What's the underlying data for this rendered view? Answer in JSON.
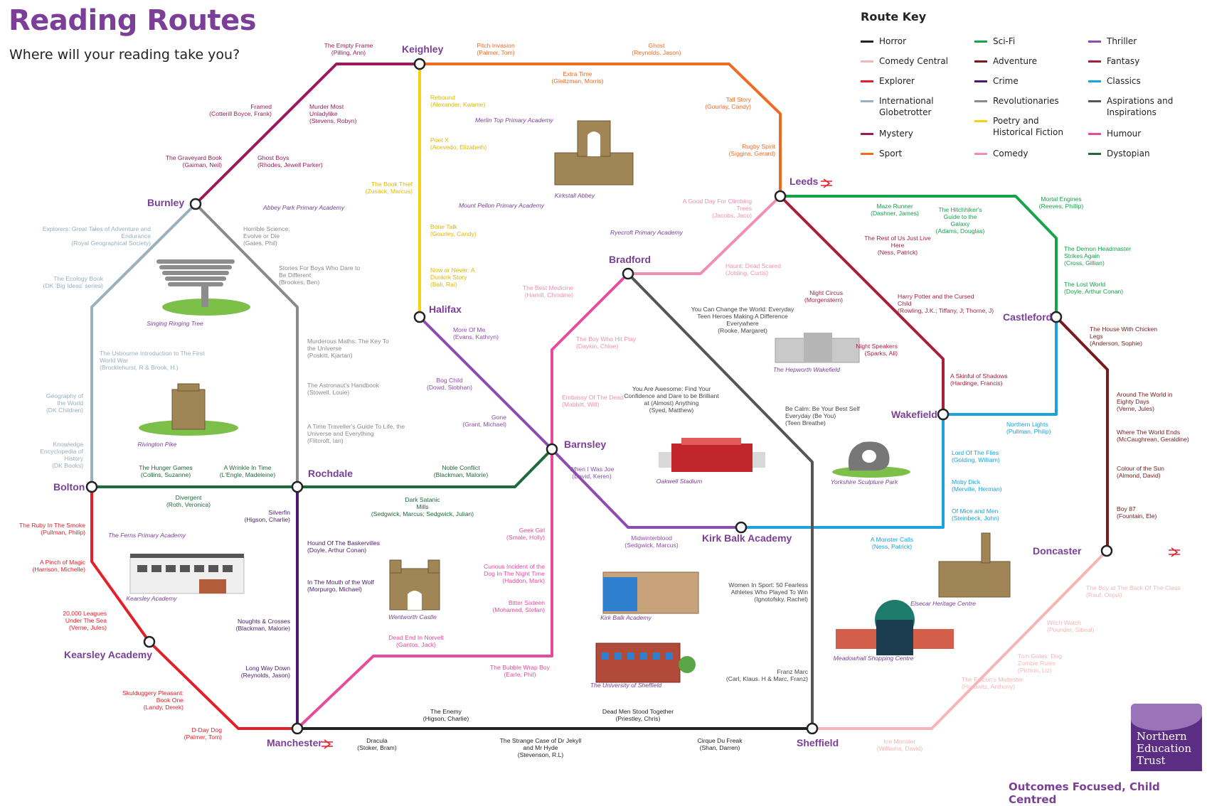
{
  "header": {
    "title": "Reading Routes",
    "subtitle": "Where will your reading take you?"
  },
  "key": {
    "title": "Route Key",
    "items": [
      {
        "label": "Horror",
        "color": "#222222"
      },
      {
        "label": "Comedy Central",
        "color": "#f4b6b6"
      },
      {
        "label": "Explorer",
        "color": "#e3202a"
      },
      {
        "label": "International Globetrotter",
        "color": "#98b0bf"
      },
      {
        "label": "Mystery",
        "color": "#9b1b5a"
      },
      {
        "label": "Sport",
        "color": "#ef6b22"
      },
      {
        "label": "Sci-Fi",
        "color": "#16a34a"
      },
      {
        "label": "Adventure",
        "color": "#7a1a1a"
      },
      {
        "label": "Crime",
        "color": "#4b1a6e"
      },
      {
        "label": "Revolutionaries",
        "color": "#8a8a8a"
      },
      {
        "label": "Poetry and Historical Fiction",
        "color": "#f5d20f"
      },
      {
        "label": "Comedy",
        "color": "#f08fb3"
      },
      {
        "label": "Thriller",
        "color": "#8e4cb1"
      },
      {
        "label": "Fantasy",
        "color": "#a81f3c"
      },
      {
        "label": "Classics",
        "color": "#1aa3dc"
      },
      {
        "label": "Aspirations and Inspirations",
        "color": "#555555"
      },
      {
        "label": "Humour",
        "color": "#e74b9e"
      },
      {
        "label": "Dystopian",
        "color": "#1d6b3a"
      }
    ]
  },
  "stations": [
    {
      "name": "Keighley"
    },
    {
      "name": "Burnley"
    },
    {
      "name": "Leeds"
    },
    {
      "name": "Bradford"
    },
    {
      "name": "Halifax"
    },
    {
      "name": "Castleford"
    },
    {
      "name": "Wakefield"
    },
    {
      "name": "Barnsley"
    },
    {
      "name": "Bolton"
    },
    {
      "name": "Rochdale"
    },
    {
      "name": "Kirk Balk Academy"
    },
    {
      "name": "Doncaster"
    },
    {
      "name": "Kearsley Academy"
    },
    {
      "name": "Manchester"
    },
    {
      "name": "Sheffield"
    }
  ],
  "books": [
    {
      "text": "The Empty Frame (Pilling, Ann)",
      "color": "#9b1b5a"
    },
    {
      "text": "Pitch Invasion (Palmer, Tom)",
      "color": "#ef6b22"
    },
    {
      "text": "Ghost (Reynolds, Jason)",
      "color": "#ef6b22"
    },
    {
      "text": "Extra Time (Gleitzman, Morris)",
      "color": "#ef6b22"
    },
    {
      "text": "Tall Story (Gourlay, Candy)",
      "color": "#ef6b22"
    },
    {
      "text": "Rugby Spirit (Siggins, Gerard)",
      "color": "#ef6b22"
    },
    {
      "text": "Rebound (Alexander, Kwame)",
      "color": "#e0b800"
    },
    {
      "text": "Poet X (Acevedo, Elizabeth)",
      "color": "#e0b800"
    },
    {
      "text": "The Book Thief (Zusack, Marcus)",
      "color": "#e0b800"
    },
    {
      "text": "Bone Talk (Gourley, Candy)",
      "color": "#e0b800"
    },
    {
      "text": "Now or Never: A Dunkirk Story (Bali, Rai)",
      "color": "#e0b800"
    },
    {
      "text": "Framed (Cotterill Boyce, Frank)",
      "color": "#9b1b5a"
    },
    {
      "text": "Murder Most Unladylike (Stevens, Robyn)",
      "color": "#9b1b5a"
    },
    {
      "text": "Ghost Boys (Rhodes, Jewell Parker)",
      "color": "#9b1b5a"
    },
    {
      "text": "The Graveyard Book (Gaiman, Neil)",
      "color": "#9b1b5a"
    },
    {
      "text": "Explorers: Great Tales of Adventure and Endurance (Royal Geographical Society)",
      "color": "#98b0bf"
    },
    {
      "text": "The Ecology Book (DK 'Big Ideas' series)",
      "color": "#98b0bf"
    },
    {
      "text": "The Usbourne Introduction to The First World War (Brocklehurst, R & Brook, H.)",
      "color": "#98b0bf"
    },
    {
      "text": "Geography of the World (DK Children)",
      "color": "#98b0bf"
    },
    {
      "text": "Knowledge Encyclopedia of History (DK Books)",
      "color": "#98b0bf"
    },
    {
      "text": "Horrible Science: Evolve or Die (Gates, Phil)",
      "color": "#8a8a8a"
    },
    {
      "text": "Stories For Boys Who Dare to Be Different (Brookes, Ben)",
      "color": "#8a8a8a"
    },
    {
      "text": "Murderous Maths: The Key To the Universe (Poskitt, Kjartan)",
      "color": "#8a8a8a"
    },
    {
      "text": "The Astronaut's Handbook (Stowell, Louie)",
      "color": "#8a8a8a"
    },
    {
      "text": "A Time Traveller's Guide To Life, the Universe and Everything (Flitcroft, Ian)",
      "color": "#8a8a8a"
    },
    {
      "text": "A Good Day For Climbing Trees (Jacobs, Jaco)",
      "color": "#f08fb3"
    },
    {
      "text": "Haunt: Dead Scared (Jobling, Curtis)",
      "color": "#f08fb3"
    },
    {
      "text": "The Best Medicine (Hamill, Christine)",
      "color": "#f08fb3"
    },
    {
      "text": "The Boy Who Hit Play (Daykin, Chloe)",
      "color": "#f08fb3"
    },
    {
      "text": "Embassy Of The Dead (Mabbitt, Will)",
      "color": "#f08fb3"
    },
    {
      "text": "Maze Runner (Dashner, James)",
      "color": "#16a34a"
    },
    {
      "text": "The Hitchhiker's Guide to the Galaxy (Adams, Douglas)",
      "color": "#16a34a"
    },
    {
      "text": "Mortal Engines (Reeves, Phillip)",
      "color": "#16a34a"
    },
    {
      "text": "The Demon Headmaster Strikes Again (Cross, Gillian)",
      "color": "#16a34a"
    },
    {
      "text": "The Lost World (Doyle, Arthur Conan)",
      "color": "#16a34a"
    },
    {
      "text": "The Rest of Us Just Live Here (Ness, Patrick)",
      "color": "#a81f3c"
    },
    {
      "text": "Night Circus (Morgenstern)",
      "color": "#a81f3c"
    },
    {
      "text": "Harry Potter and the Cursed Child (Rowling, J.K.; Tiffany, J; Thorne, J)",
      "color": "#a81f3c"
    },
    {
      "text": "Night Speakers (Sparks, Ali)",
      "color": "#a81f3c"
    },
    {
      "text": "A Skinful of Shadows (Hardinge, Francis)",
      "color": "#a81f3c"
    },
    {
      "text": "You Can Change the World: Everyday Teen Heroes Making A Difference Everywhere (Rooke, Margaret)",
      "color": "#444444"
    },
    {
      "text": "You Are Awesome: Find Your Confidence and Dare to be Brilliant at (Almost) Anything (Syed, Matthew)",
      "color": "#444444"
    },
    {
      "text": "Be Calm: Be Your Best Self Everyday (Be You) (Teen Breathe)",
      "color": "#444444"
    },
    {
      "text": "Women In Sport: 50 Fearless Athletes Who Played To Win (Ignotofsky, Rachel)",
      "color": "#444444"
    },
    {
      "text": "Franz Marc (Carl, Klaus. H & Marc, Franz)",
      "color": "#444444"
    },
    {
      "text": "The House With Chicken Legs (Anderson, Sophie)",
      "color": "#7a1a1a"
    },
    {
      "text": "Around The World in Eighty Days (Verne, Jules)",
      "color": "#7a1a1a"
    },
    {
      "text": "Where The World Ends (McCaughrean, Geraldine)",
      "color": "#7a1a1a"
    },
    {
      "text": "Colour of the Sun (Almond, David)",
      "color": "#7a1a1a"
    },
    {
      "text": "Boy 87 (Fountain, Ele)",
      "color": "#7a1a1a"
    },
    {
      "text": "Northern Lights (Pullman, Philip)",
      "color": "#1aa3dc"
    },
    {
      "text": "Lord Of The Flies (Golding, William)",
      "color": "#1aa3dc"
    },
    {
      "text": "Moby Dick (Merville, Herman)",
      "color": "#1aa3dc"
    },
    {
      "text": "Of Mice and Men (Steinbeck, John)",
      "color": "#1aa3dc"
    },
    {
      "text": "A Monster Calls (Ness, Patrick)",
      "color": "#1aa3dc"
    },
    {
      "text": "More Of Me (Evans, Kathryn)",
      "color": "#8e4cb1"
    },
    {
      "text": "Bog Child (Dowd, Siobhan)",
      "color": "#8e4cb1"
    },
    {
      "text": "Gone (Grant, Michael)",
      "color": "#8e4cb1"
    },
    {
      "text": "When I Was Joe (David, Keren)",
      "color": "#8e4cb1"
    },
    {
      "text": "Midwinterblood (Sedgwick, Marcus)",
      "color": "#8e4cb1"
    },
    {
      "text": "The Hunger Games (Collins, Suzanne)",
      "color": "#1d6b3a"
    },
    {
      "text": "A Wrinkle In Time (L'Engle, Madeleine)",
      "color": "#1d6b3a"
    },
    {
      "text": "Noble Conflict (Blackman, Malorie)",
      "color": "#1d6b3a"
    },
    {
      "text": "Divergent (Roth, Veronica)",
      "color": "#1d6b3a"
    },
    {
      "text": "Dark Satanic Mills (Sedgwick, Marcus; Sedgwick, Julian)",
      "color": "#1d6b3a"
    },
    {
      "text": "The Ruby In The Smoke (Pullman, Philip)",
      "color": "#e3202a"
    },
    {
      "text": "A Pinch of Magic (Harrison, Michelle)",
      "color": "#e3202a"
    },
    {
      "text": "20,000 Leagues Under The Sea (Verne, Jules)",
      "color": "#e3202a"
    },
    {
      "text": "Skulduggery Pleasant: Book One (Landy, Derek)",
      "color": "#e3202a"
    },
    {
      "text": "D-Day Dog (Palmer, Tom)",
      "color": "#e3202a"
    },
    {
      "text": "Silverfin (Higson, Charlie)",
      "color": "#4b1a6e"
    },
    {
      "text": "Hound Of The Baskervilles (Doyle, Arthur Conan)",
      "color": "#4b1a6e"
    },
    {
      "text": "In The Mouth of the Wolf (Morpurgo, Michael)",
      "color": "#4b1a6e"
    },
    {
      "text": "Noughts & Crosses (Blackman, Malorie)",
      "color": "#4b1a6e"
    },
    {
      "text": "Long Way Down (Reynolds, Jason)",
      "color": "#4b1a6e"
    },
    {
      "text": "Geek Girl (Smale, Holly)",
      "color": "#e74b9e"
    },
    {
      "text": "Curious Incident of the Dog In The Night Time (Haddon, Mark)",
      "color": "#e74b9e"
    },
    {
      "text": "Bitter Sixteen (Mohamed, Stefan)",
      "color": "#e74b9e"
    },
    {
      "text": "Dead End In Norvelt (Gantos, Jack)",
      "color": "#e74b9e"
    },
    {
      "text": "The Bubble Wrap Boy (Earle, Phil)",
      "color": "#e74b9e"
    },
    {
      "text": "The Enemy (Higson, Charlie)",
      "color": "#222222"
    },
    {
      "text": "Dead Men Stood Together (Priestley, Chris)",
      "color": "#222222"
    },
    {
      "text": "Dracula (Stoker, Bram)",
      "color": "#222222"
    },
    {
      "text": "The Strange Case of Dr Jekyll and Mr Hyde (Stevenson, R.L)",
      "color": "#222222"
    },
    {
      "text": "Cirque Du Freak (Shan, Darren)",
      "color": "#222222"
    },
    {
      "text": "The Boy at The Back Of The Class (Rauf, Onjali)",
      "color": "#f4b6b6"
    },
    {
      "text": "Witch Watch (Pounder, Sibeal)",
      "color": "#f4b6b6"
    },
    {
      "text": "Tom Gates: Dog Zombie Rules (Pichon, Liz)",
      "color": "#f4b6b6"
    },
    {
      "text": "The Falcon's Maltester (Horowitz, Anthony)",
      "color": "#f4b6b6"
    },
    {
      "text": "Ice Monster (Williams, David)",
      "color": "#f4b6b6"
    }
  ],
  "schools": [
    {
      "text": "Merlin Top Primary Academy"
    },
    {
      "text": "Abbey Park Primary Academy"
    },
    {
      "text": "Mount Pellon Primary Academy"
    },
    {
      "text": "Ryecroft Primary Academy"
    },
    {
      "text": "The Ferns Primary Academy"
    }
  ],
  "landmarks": [
    {
      "text": "Kirkstall Abbey"
    },
    {
      "text": "Singing Ringing Tree"
    },
    {
      "text": "Rivington Pike"
    },
    {
      "text": "The Hepworth Wakefield"
    },
    {
      "text": "Oakwell Stadium"
    },
    {
      "text": "Yorkshire Sculpture Park"
    },
    {
      "text": "Kearsley Academy"
    },
    {
      "text": "Wentworth Castle"
    },
    {
      "text": "Kirk Balk Academy"
    },
    {
      "text": "Elsecar Heritage Centre"
    },
    {
      "text": "Meadowhall Shopping Centre"
    },
    {
      "text": "The University of Sheffield"
    }
  ],
  "logo": {
    "line1": "Northern",
    "line2": "Education",
    "line3": "Trust"
  },
  "footer": {
    "tagline": "Outcomes Focused, Child Centred"
  }
}
